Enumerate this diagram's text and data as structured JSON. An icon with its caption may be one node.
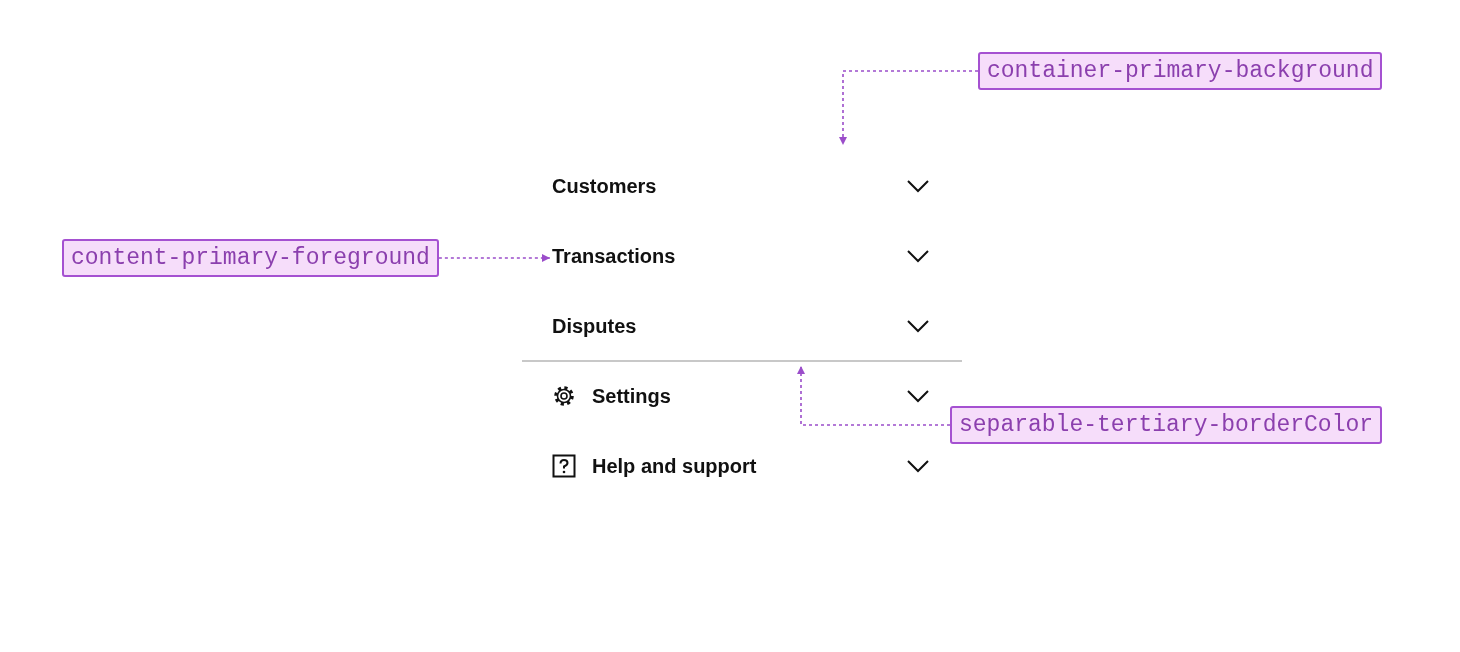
{
  "diagram": {
    "nodes": [
      {
        "text": [
          "container-primary-background"
        ]
      },
      {
        "text": [
          "content-primary-foreground"
        ]
      },
      {
        "text": [],
        "shape": "box"
      },
      {
        "text": [
          "Customers"
        ],
        "in": 2
      },
      {
        "text": [
          "Transactions"
        ],
        "in": 2
      },
      {
        "text": [
          "Disputes"
        ],
        "in": 2
      },
      {
        "text": [],
        "shape": "line",
        "in": 2
      },
      {
        "text": [
          "Settings"
        ],
        "in": 2
      },
      {
        "text": [
          "Help and support"
        ],
        "in": 2
      },
      {
        "text": [
          "separable-tertiary-borderColor"
        ]
      }
    ],
    "edges": [
      {
        "from": 0,
        "to": 2,
        "arrow": "to",
        "style": "dashed"
      },
      {
        "from": 1,
        "to": 4,
        "arrow": "to",
        "style": "dashed"
      },
      {
        "from": 9,
        "to": 6,
        "arrow": "to",
        "style": "dashed"
      }
    ]
  }
}
